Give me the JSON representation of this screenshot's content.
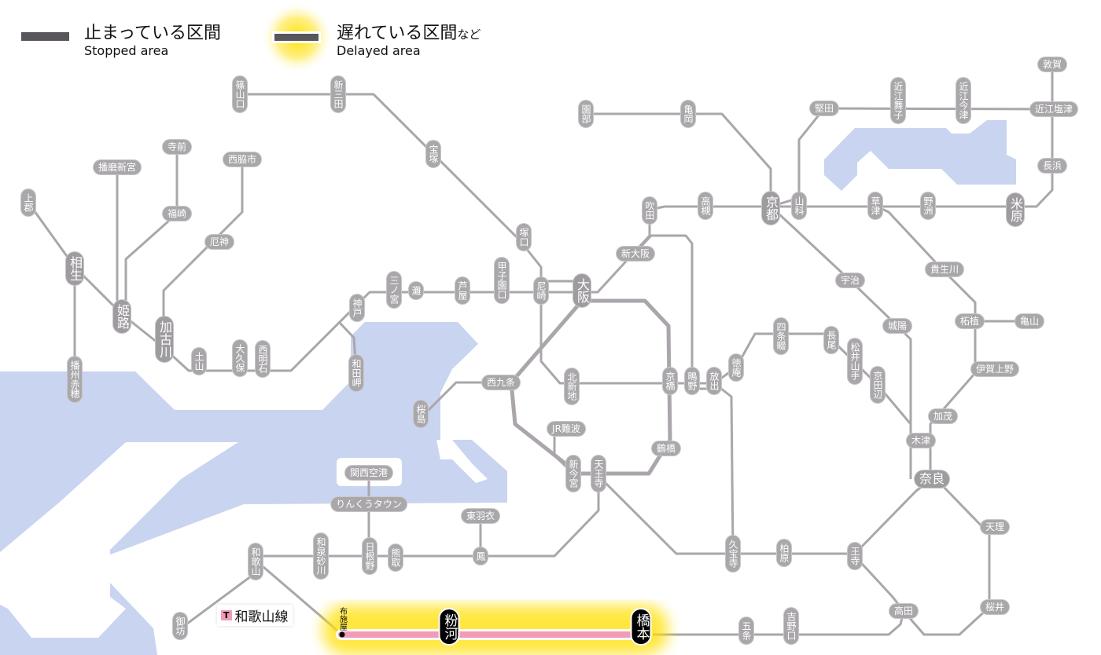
{
  "legend": {
    "stopped_jp": "止まっている区間",
    "stopped_en": "Stopped area",
    "delayed_jp": "遅れている区間",
    "delayed_suffix": "など",
    "delayed_en": "Delayed area"
  },
  "colors": {
    "water": "#c9d4f0",
    "line": "#aaa6ab",
    "stopped": "#58565a",
    "delayed_line": "#f29bb6",
    "glow": "#ffe000"
  },
  "line_label": {
    "badge": "T",
    "name": "和歌山線"
  },
  "delayed_segment": {
    "from": "布施屋",
    "to": "橋本"
  },
  "stations": {
    "sasayamaguchi": "篠山口",
    "shinsanda": "新三田",
    "takarazuka": "宝塚",
    "tsukaguchi": "塚口",
    "amagasaki": "尼崎",
    "osaka": "大阪",
    "shinosaka": "新大阪",
    "suita": "吹田",
    "takatsuki": "高槻",
    "kyoto": "京都",
    "yamashina": "山科",
    "sonobe": "園部",
    "kameoka": "亀岡",
    "katata": "堅田",
    "omimaiko": "近江舞子",
    "omiimazu": "近江今津",
    "tsuruga": "敦賀",
    "omishiotsu": "近江塩津",
    "nagahama": "長浜",
    "maibara": "米原",
    "kusatsu": "草津",
    "yasu": "野洲",
    "uji": "宇治",
    "kibukawa": "貴生川",
    "tsuge": "柘植",
    "kameyama": "亀山",
    "igaueno": "伊賀上野",
    "joyo": "城陽",
    "kamo": "加茂",
    "kizu": "木津",
    "nara": "奈良",
    "tenri": "天理",
    "sakurai": "桜井",
    "takada": "高田",
    "oji": "王寺",
    "kashiwara": "柏原",
    "kyuhoji": "久宝寺",
    "yoshinoguchi": "吉野口",
    "gojo": "五条",
    "hashimoto": "橋本",
    "kokawa": "粉河",
    "fuseya": "布施屋",
    "wakayama": "和歌山",
    "gobo": "御坊",
    "izumisunagawa": "和泉砂川",
    "hineno": "日根野",
    "kumatori": "熊取",
    "otori": "鳳",
    "higashihagoromo": "東羽衣",
    "rinku": "りんくうタウン",
    "kansaiairport": "関西空港",
    "tennoji": "天王寺",
    "shinimamiya": "新今宮",
    "jrnamba": "JR難波",
    "tsuruhashi": "鶴橋",
    "kyobashi": "京橋",
    "shigino": "鴫野",
    "hanaten": "放出",
    "kitashinchi": "北新地",
    "nishikujo": "西九条",
    "sakurajima": "桜島",
    "tokuan": "徳庵",
    "shijonawate": "四条畷",
    "nagao": "長尾",
    "matsuiyamate": "松井山手",
    "kyotanabe": "京田辺",
    "sannomiya": "三ノ宮",
    "nada": "灘",
    "ashiya": "芦屋",
    "koshienguchi": "甲子園口",
    "kobe": "神戸",
    "wadamisaki": "和田岬",
    "nishiakashi": "西明石",
    "okubo": "大久保",
    "tsuchiyama": "土山",
    "kakogawa": "加古川",
    "yakujin": "厄神",
    "nishiwakishi": "西脇市",
    "teramae": "寺前",
    "fukusaki": "福崎",
    "harimashingu": "播磨新宮",
    "himeji": "姫路",
    "aioi": "相生",
    "kamigori": "上郡",
    "banshuako": "播州赤穂"
  }
}
